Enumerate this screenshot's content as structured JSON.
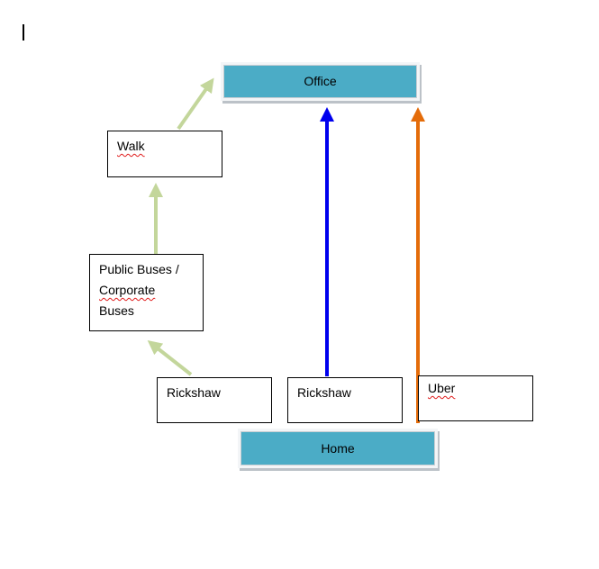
{
  "nodes": {
    "office": "Office",
    "home": "Home",
    "walk": "Walk",
    "public_buses": [
      "Public Buses /",
      "Corporate",
      "Buses"
    ],
    "rickshaw_left": "Rickshaw",
    "rickshaw_middle": "Rickshaw",
    "uber": "Uber"
  },
  "colors": {
    "banner_fill": "#4bacc6",
    "path_walk_bus": "#c3d69b",
    "path_rickshaw": "#0000ee",
    "path_uber": "#e46c0a"
  }
}
